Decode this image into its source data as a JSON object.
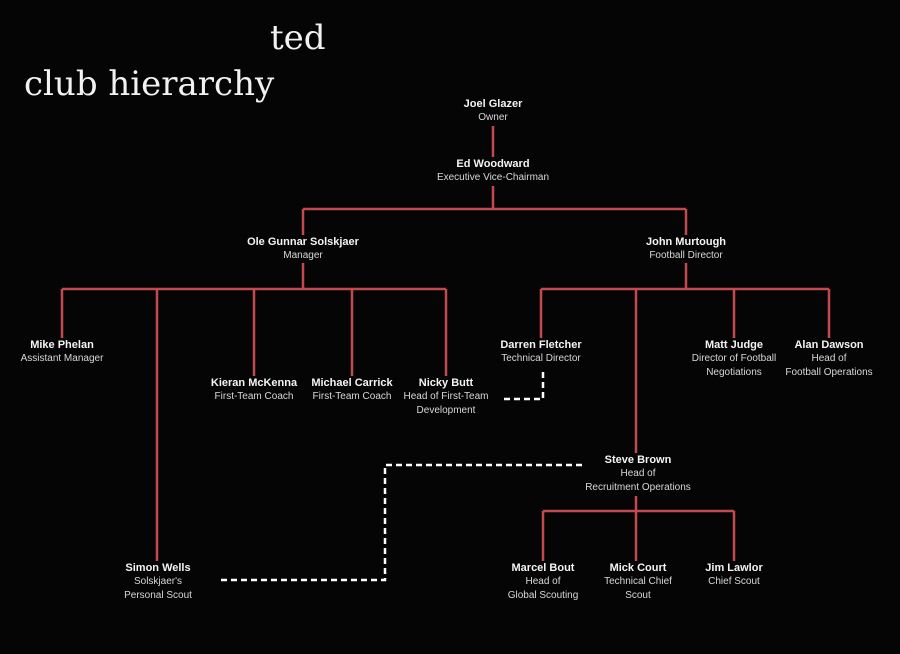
{
  "title": {
    "line1": "ted",
    "line2": "club hierarchy"
  },
  "colors": {
    "background": "#050505",
    "connector": "#c24a4f",
    "dashed": "#ffffff",
    "text": "#f2f2f2"
  },
  "nodes": {
    "glazer": {
      "name": "Joel Glazer",
      "role": [
        "Owner"
      ]
    },
    "woodward": {
      "name": "Ed Woodward",
      "role": [
        "Executive Vice-Chairman"
      ]
    },
    "solskjaer": {
      "name": "Ole Gunnar Solskjaer",
      "role": [
        "Manager"
      ]
    },
    "murtough": {
      "name": "John Murtough",
      "role": [
        "Football Director"
      ]
    },
    "phelan": {
      "name": "Mike Phelan",
      "role": [
        "Assistant Manager"
      ]
    },
    "mckenna": {
      "name": "Kieran McKenna",
      "role": [
        "First-Team Coach"
      ]
    },
    "carrick": {
      "name": "Michael Carrick",
      "role": [
        "First-Team Coach"
      ]
    },
    "butt": {
      "name": "Nicky Butt",
      "role": [
        "Head of First-Team",
        "Development"
      ]
    },
    "fletcher": {
      "name": "Darren Fletcher",
      "role": [
        "Technical Director"
      ]
    },
    "judge": {
      "name": "Matt Judge",
      "role": [
        "Director of Football",
        "Negotiations"
      ]
    },
    "dawson": {
      "name": "Alan Dawson",
      "role": [
        "Head of",
        "Football Operations"
      ]
    },
    "brown": {
      "name": "Steve Brown",
      "role": [
        "Head of",
        "Recruitment Operations"
      ]
    },
    "wells": {
      "name": "Simon Wells",
      "role": [
        "Solskjaer's",
        "Personal Scout"
      ]
    },
    "bout": {
      "name": "Marcel Bout",
      "role": [
        "Head of",
        "Global Scouting"
      ]
    },
    "court": {
      "name": "Mick Court",
      "role": [
        "Technical Chief",
        "Scout"
      ]
    },
    "lawlor": {
      "name": "Jim Lawlor",
      "role": [
        "Chief Scout"
      ]
    }
  }
}
